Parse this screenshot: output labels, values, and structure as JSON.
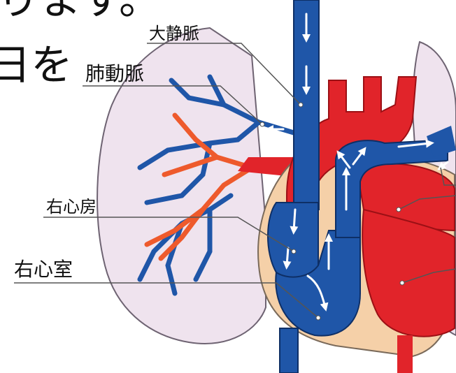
{
  "headline": {
    "line1_fragment": "ります。",
    "line2_fragment": "日を"
  },
  "labels": {
    "superior_vena_cava": "大静脈",
    "pulmonary_artery": "肺動脈",
    "right_atrium": "右心房",
    "right_ventricle": "右心室"
  },
  "colors": {
    "vein": "#1f56a8",
    "artery": "#e1242a",
    "lung": "#efe3ee",
    "pericardium": "#f5d0a8"
  }
}
